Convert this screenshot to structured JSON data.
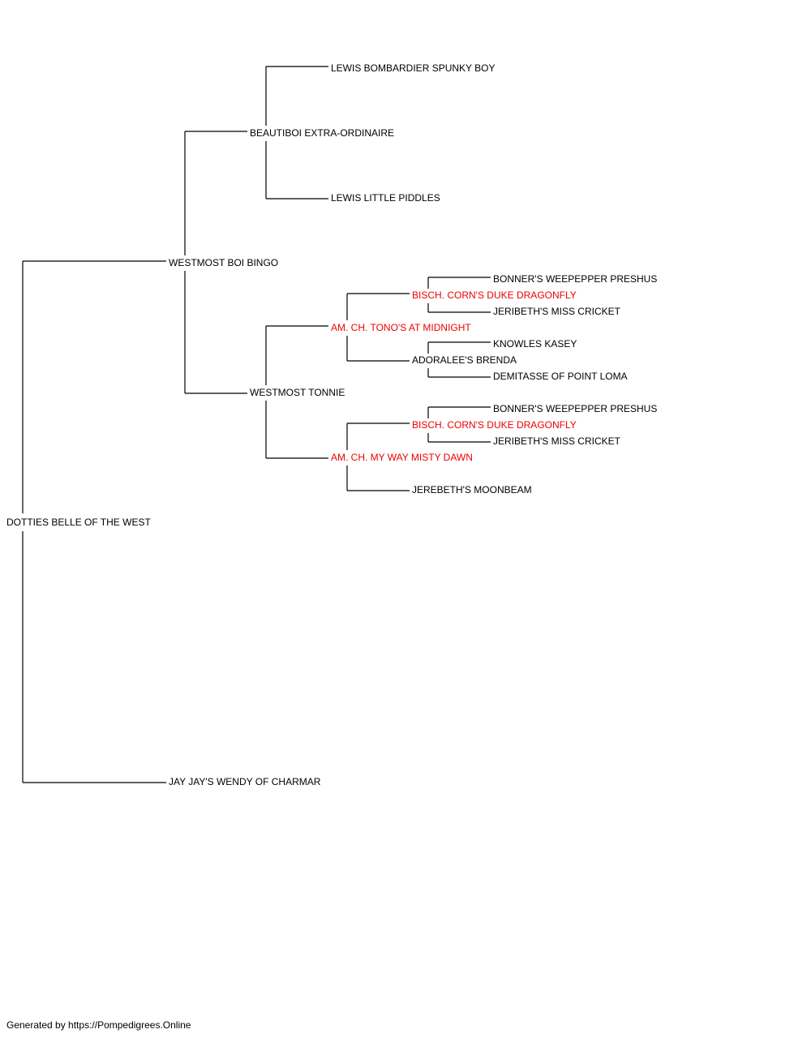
{
  "colors": {
    "champion": "#ee0000",
    "normal": "#000000",
    "line": "#000000"
  },
  "pedigree": {
    "subject": {
      "name": "DOTTIES BELLE OF THE WEST"
    },
    "sire": {
      "name": "WESTMOST BOI BINGO"
    },
    "dam": {
      "name": "JAY JAY'S WENDY OF CHARMAR"
    },
    "sire_sire": {
      "name": "BEAUTIBOI EXTRA-ORDINAIRE"
    },
    "sire_dam": {
      "name": "WESTMOST TONNIE"
    },
    "sire_sire_sire": {
      "name": "LEWIS BOMBARDIER SPUNKY BOY"
    },
    "sire_sire_dam": {
      "name": "LEWIS LITTLE PIDDLES"
    },
    "sire_dam_sire": {
      "name": "AM. CH. TONO'S AT MIDNIGHT",
      "champion": true
    },
    "sire_dam_dam": {
      "name": "AM. CH. MY WAY MISTY DAWN",
      "champion": true
    },
    "sire_dam_sire_sire": {
      "name": "BISCH. CORN'S DUKE DRAGONFLY",
      "champion": true
    },
    "sire_dam_sire_dam": {
      "name": "ADORALEE'S BRENDA"
    },
    "sire_dam_dam_sire": {
      "name": "BISCH. CORN'S DUKE DRAGONFLY",
      "champion": true
    },
    "sire_dam_dam_dam": {
      "name": "JEREBETH'S MOONBEAM"
    },
    "sire_dam_sire_sire_sire": {
      "name": "BONNER'S WEEPEPPER PRESHUS"
    },
    "sire_dam_sire_sire_dam": {
      "name": "JERIBETH'S MISS CRICKET"
    },
    "sire_dam_sire_dam_sire": {
      "name": "KNOWLES KASEY"
    },
    "sire_dam_sire_dam_dam": {
      "name": "DEMITASSE OF POINT LOMA"
    },
    "sire_dam_dam_sire_sire": {
      "name": "BONNER'S WEEPEPPER PRESHUS"
    },
    "sire_dam_dam_sire_dam": {
      "name": "JERIBETH'S MISS CRICKET"
    }
  },
  "footer": {
    "text": "Generated by https://Pompedigrees.Online"
  }
}
